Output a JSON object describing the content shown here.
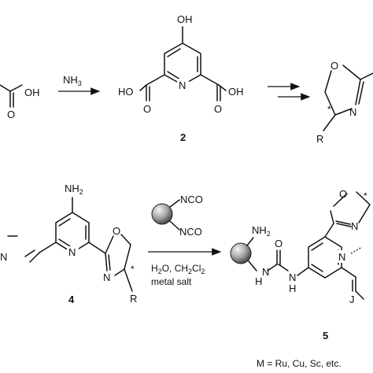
{
  "step1": {
    "reagent": "NH",
    "reagent_sub": "3"
  },
  "compound2": {
    "label": "2",
    "oh_top": "OH",
    "cooh_left": "HO",
    "cooh_right": "OH",
    "o_left": "O",
    "o_right": "O",
    "n": "N"
  },
  "fragment1": {
    "oh": "OH",
    "o": "O"
  },
  "fragment3": {
    "o": "O",
    "n": "N",
    "r": "R",
    "star": "*"
  },
  "compound4": {
    "label": "4",
    "nh2": "NH",
    "nh2_sub": "2",
    "n_py": "N",
    "n_left": "N",
    "o_ox": "O",
    "n_ox": "N",
    "r": "R",
    "star": "*"
  },
  "reagent_bead": {
    "nco_top": "NCO",
    "nco_bottom": "NCO"
  },
  "conditions": {
    "line1_a": "H",
    "line1_a_sub": "2",
    "line1_b": "O, CH",
    "line1_b_sub": "2",
    "line1_c": "Cl",
    "line1_c_sub": "2",
    "line2": "metal salt"
  },
  "compound5": {
    "label": "5",
    "nh2": "NH",
    "nh2_sub": "2",
    "nh_a": "H",
    "nh_a2": "N",
    "o_urea": "O",
    "nh_b": "N",
    "nh_b2": "H",
    "n_py": "N",
    "o_ox": "O",
    "n_ox": "N",
    "star": "*",
    "j_frag": "J"
  },
  "legend": "M = Ru, Cu, Sc, etc."
}
